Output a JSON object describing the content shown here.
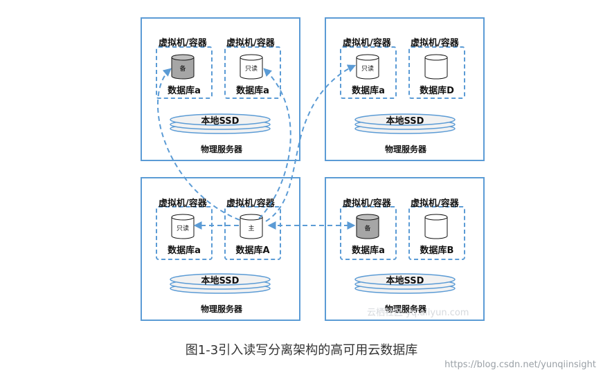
{
  "servers": [
    {
      "id": "top-left",
      "label": "物理服务器",
      "ssd": "本地SSD",
      "vms": [
        {
          "vm_label": "虚拟机/容器",
          "db_label": "数据库a",
          "db_tag": "备",
          "filled": true
        },
        {
          "vm_label": "虚拟机/容器",
          "db_label": "数据库a",
          "db_tag": "只读",
          "filled": false
        }
      ]
    },
    {
      "id": "top-right",
      "label": "物理服务器",
      "ssd": "本地SSD",
      "vms": [
        {
          "vm_label": "虚拟机/容器",
          "db_label": "数据库a",
          "db_tag": "只读",
          "filled": false
        },
        {
          "vm_label": "虚拟机/容器",
          "db_label": "数据库D",
          "db_tag": "",
          "filled": false
        }
      ]
    },
    {
      "id": "bottom-left",
      "label": "物理服务器",
      "ssd": "本地SSD",
      "vms": [
        {
          "vm_label": "虚拟机/容器",
          "db_label": "数据库a",
          "db_tag": "只读",
          "filled": false
        },
        {
          "vm_label": "虚拟机/容器",
          "db_label": "数据库A",
          "db_tag": "主",
          "filled": false
        }
      ]
    },
    {
      "id": "bottom-right",
      "label": "物理服务器",
      "ssd": "本地SSD",
      "vms": [
        {
          "vm_label": "虚拟机/容器",
          "db_label": "数据库a",
          "db_tag": "备",
          "filled": true
        },
        {
          "vm_label": "虚拟机/容器",
          "db_label": "数据库B",
          "db_tag": "",
          "filled": false
        }
      ]
    }
  ],
  "caption": "图1-3引入读写分离架构的高可用云数据库",
  "watermark": "https://blog.csdn.net/yunqiinsight",
  "watermark_logo": "云栖社区 yq.aliyun.com",
  "colors": {
    "border": "#5b9bd5",
    "db_filled": "#a6a6a6",
    "db_empty": "#ffffff",
    "ssd_fill": "#f2f2f2"
  }
}
